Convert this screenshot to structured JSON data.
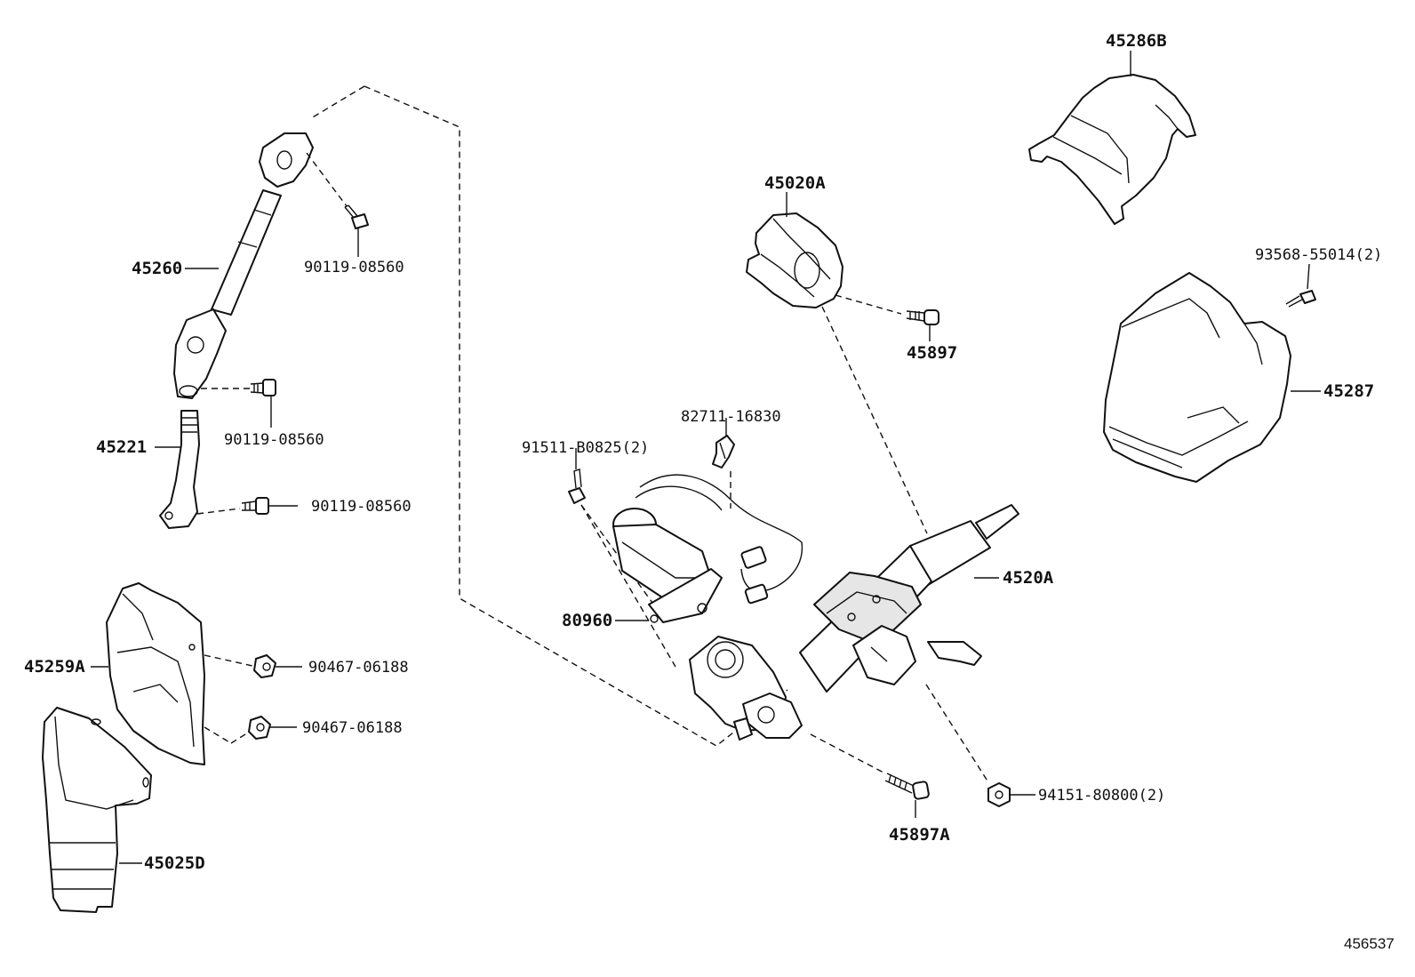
{
  "diagram": {
    "reference_number": "456537",
    "labels": {
      "p45286B": "45286B",
      "p45020A": "45020A",
      "p93568": "93568-55014(2)",
      "p45260": "45260",
      "p90119_a": "90119-08560",
      "p45897": "45897",
      "p45287": "45287",
      "p90119_b": "90119-08560",
      "p82711": "82711-16830",
      "p45221": "45221",
      "p91511": "91511-B0825(2)",
      "p90119_c": "90119-08560",
      "p4520A": "4520A",
      "p80960": "80960",
      "p45259A": "45259A",
      "p90467_a": "90467-06188",
      "p90467_b": "90467-06188",
      "p94151": "94151-80800(2)",
      "p45897A": "45897A",
      "p45025D": "45025D"
    }
  }
}
